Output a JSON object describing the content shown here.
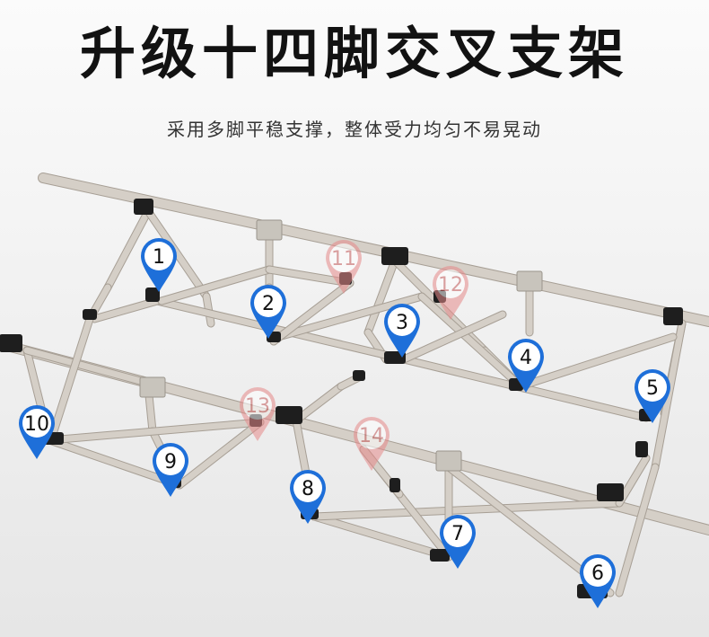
{
  "title": "升级十四脚交叉支架",
  "subtitle": "采用多脚平稳支撑，整体受力均匀不易晃动",
  "colors": {
    "tube": "#d5cfc7",
    "tube_edge": "#a79f95",
    "joint": "#1e1e1e",
    "bracket": "#c8c4bc",
    "marker_front": "#1e6fd9",
    "marker_back": "#e68a8a"
  },
  "leg_markers": [
    {
      "label": "1",
      "kind": "front"
    },
    {
      "label": "2",
      "kind": "front"
    },
    {
      "label": "3",
      "kind": "front"
    },
    {
      "label": "4",
      "kind": "front"
    },
    {
      "label": "5",
      "kind": "front"
    },
    {
      "label": "6",
      "kind": "front"
    },
    {
      "label": "7",
      "kind": "front"
    },
    {
      "label": "8",
      "kind": "front"
    },
    {
      "label": "9",
      "kind": "front"
    },
    {
      "label": "10",
      "kind": "front"
    },
    {
      "label": "11",
      "kind": "back"
    },
    {
      "label": "12",
      "kind": "back"
    },
    {
      "label": "13",
      "kind": "back"
    },
    {
      "label": "14",
      "kind": "back"
    }
  ]
}
